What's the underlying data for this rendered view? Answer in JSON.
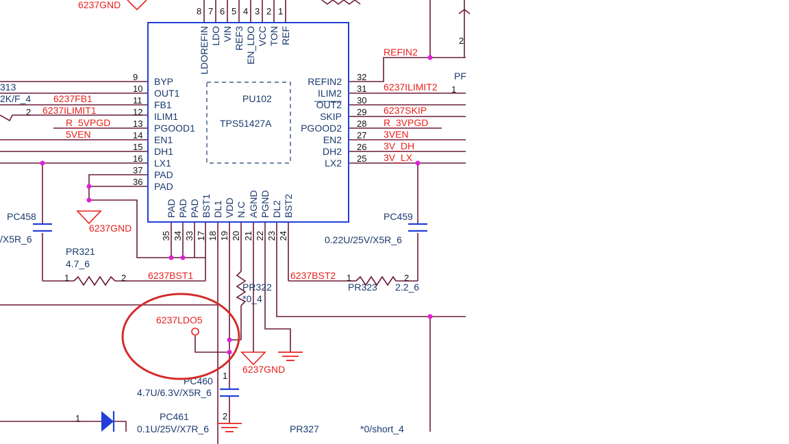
{
  "ic": {
    "ref": "PU102",
    "part": "TPS51427A",
    "left_pins": [
      {
        "num": "9",
        "name": "BYP"
      },
      {
        "num": "10",
        "name": "OUT1"
      },
      {
        "num": "11",
        "name": "FB1"
      },
      {
        "num": "12",
        "name": "ILIM1"
      },
      {
        "num": "13",
        "name": "PGOOD1"
      },
      {
        "num": "14",
        "name": "EN1"
      },
      {
        "num": "15",
        "name": "DH1"
      },
      {
        "num": "16",
        "name": "LX1"
      },
      {
        "num": "37",
        "name": "PAD"
      },
      {
        "num": "36",
        "name": "PAD"
      }
    ],
    "right_pins": [
      {
        "num": "32",
        "name": "REFIN2"
      },
      {
        "num": "31",
        "name": "ILIM2"
      },
      {
        "num": "30",
        "name": "OUT2"
      },
      {
        "num": "29",
        "name": "SKIP"
      },
      {
        "num": "28",
        "name": "PGOOD2"
      },
      {
        "num": "27",
        "name": "EN2"
      },
      {
        "num": "26",
        "name": "DH2"
      },
      {
        "num": "25",
        "name": "LX2"
      }
    ],
    "top_pins": [
      {
        "num": "8",
        "name": "LDOREFIN"
      },
      {
        "num": "7",
        "name": "LDO"
      },
      {
        "num": "6",
        "name": "VIN"
      },
      {
        "num": "5",
        "name": "REF3"
      },
      {
        "num": "4",
        "name": "EN_LDO"
      },
      {
        "num": "3",
        "name": "VCC"
      },
      {
        "num": "2",
        "name": "TON"
      },
      {
        "num": "1",
        "name": "REF"
      }
    ],
    "bottom_pins": [
      {
        "num": "35",
        "name": "PAD"
      },
      {
        "num": "34",
        "name": "PAD"
      },
      {
        "num": "33",
        "name": "PAD"
      },
      {
        "num": "17",
        "name": "BST1"
      },
      {
        "num": "18",
        "name": "DL1"
      },
      {
        "num": "19",
        "name": "VDD"
      },
      {
        "num": "20",
        "name": "N.C"
      },
      {
        "num": "21",
        "name": "AGND"
      },
      {
        "num": "22",
        "name": "PGND"
      },
      {
        "num": "23",
        "name": "DL2"
      },
      {
        "num": "24",
        "name": "BST2"
      }
    ]
  },
  "nets": {
    "gnd_top": "6237GND",
    "gnd_left": "6237GND",
    "gnd_bottom": "6237GND",
    "refin2": "REFIN2",
    "refin2_pin": "1",
    "ilimit2": "6237ILIMIT2",
    "skip": "6237SKIP",
    "r3vpgd": "R_3VPGD",
    "v3en": "3VEN",
    "v3dh": "3V_DH",
    "v3lx": "3V_LX",
    "fb1": "6237FB1",
    "ilimit1": "6237ILIMIT1",
    "r5vpgd": "R_5VPGD",
    "v5en": "5VEN",
    "bst1": "6237BST1",
    "bst2": "6237BST2",
    "ldo5": "6237LDO5"
  },
  "partial_left": {
    "ref_313": "313",
    "value_2k": "2K/F_4",
    "pin_2": "2",
    "value_x5r": "/X5R_6"
  },
  "partial_right": {
    "label_pr": "PF",
    "pin_2": "2"
  },
  "components": {
    "pc458": {
      "ref": "PC458"
    },
    "pc459": {
      "ref": "PC459",
      "value": "0.22U/25V/X5R_6"
    },
    "pr321": {
      "ref": "PR321",
      "value": "4.7_6",
      "pin1": "1",
      "pin2": "2"
    },
    "pr322": {
      "ref": "PR322",
      "value": "*0_4"
    },
    "pr323": {
      "ref": "PR323",
      "value": "2.2_6",
      "pin1": "1",
      "pin2": "2"
    },
    "pc460": {
      "ref": "PC460",
      "value": "4.7U/6.3V/X5R_6",
      "pin1": "1",
      "pin2": "2"
    },
    "pc461": {
      "ref": "PC461",
      "value": "0.1U/25V/X7R_6"
    },
    "pr327": {
      "ref": "PR327",
      "value": "*0/short_4"
    },
    "diode": {
      "pin1": "1"
    }
  },
  "colors": {
    "wire": "#6b1a3a",
    "ic_outline": "#1f3fd8",
    "net_label": "#e8201c",
    "pin_name": "#1a3a6e",
    "junction": "#e020d8",
    "highlight_circle": "#d42a2a"
  }
}
